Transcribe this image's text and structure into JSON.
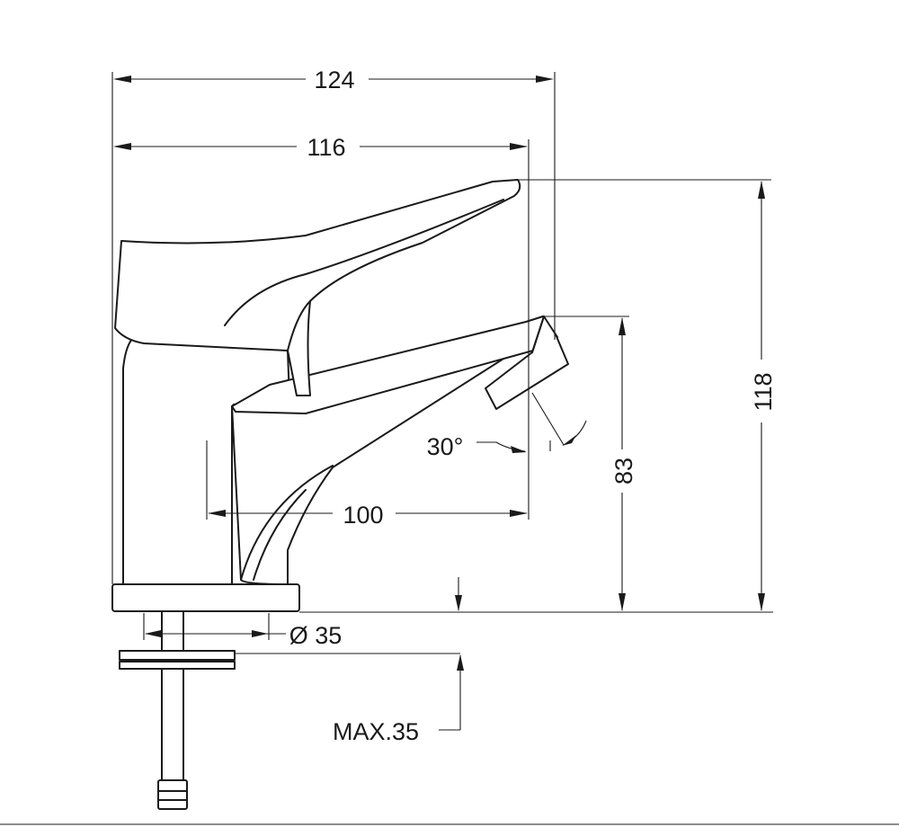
{
  "drawing": {
    "dimensions": {
      "overall_width": "124",
      "handle_width": "116",
      "spout_reach": "100",
      "overall_height": "118",
      "spout_height": "83",
      "spout_angle": "30°",
      "base_diameter": "Ø 35",
      "max_counter_thickness": "MAX.35"
    },
    "colors": {
      "line": "#1a1a1a",
      "background": "#ffffff"
    }
  }
}
